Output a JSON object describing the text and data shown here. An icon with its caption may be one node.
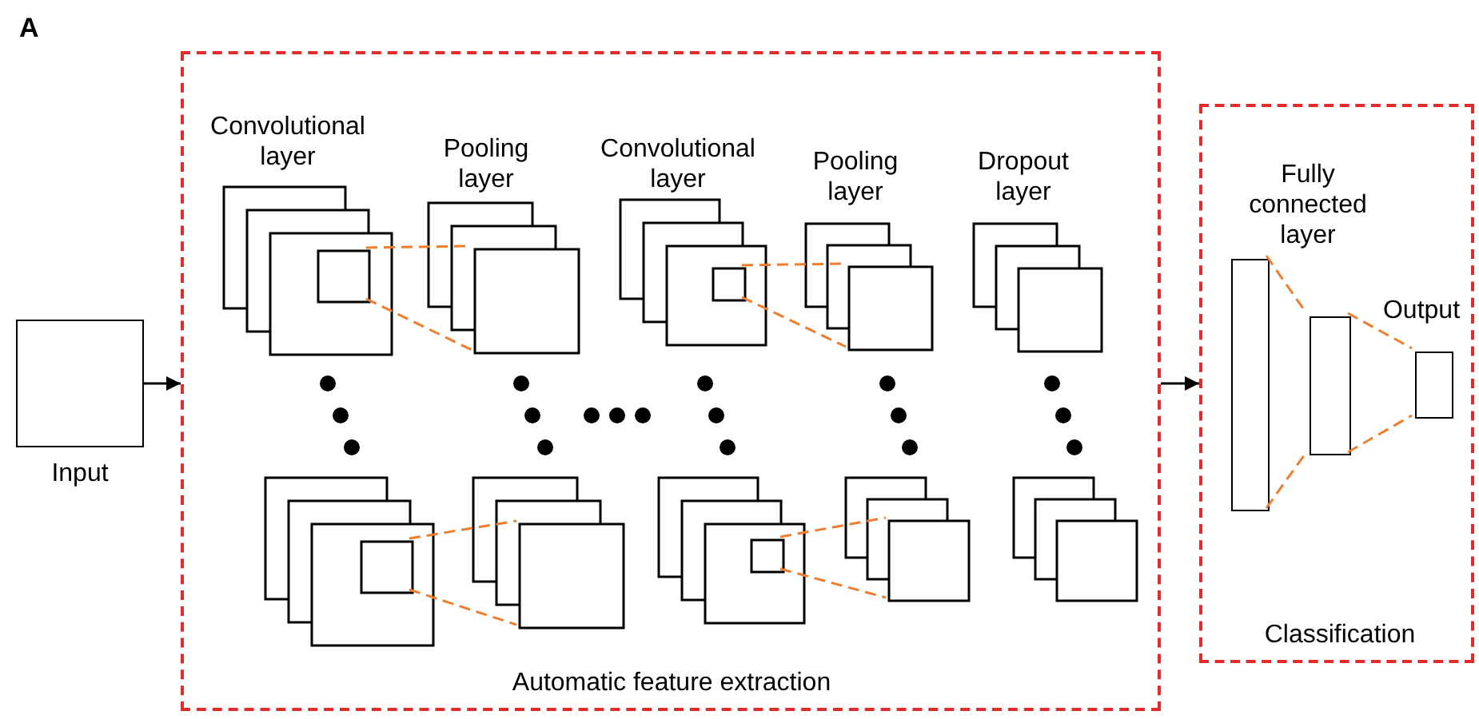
{
  "diagram": {
    "nodes": [
      {
        "text": [
          "Input"
        ]
      },
      {
        "text": [
          "Automatic feature extraction"
        ]
      },
      {
        "text": [
          "Convolutional layer"
        ],
        "in": 1
      },
      {
        "text": [
          "Pooling layer"
        ],
        "in": 1
      },
      {
        "text": [
          "Convolutional layer"
        ],
        "in": 1
      },
      {
        "text": [
          "Pooling layer"
        ],
        "in": 1
      },
      {
        "text": [
          "Dropout layer"
        ],
        "in": 1
      },
      {
        "text": [],
        "shape": "box",
        "in": 1
      },
      {
        "text": [],
        "shape": "box",
        "in": 1
      },
      {
        "text": [],
        "shape": "box",
        "in": 1
      },
      {
        "text": [],
        "shape": "box",
        "in": 1
      },
      {
        "text": [],
        "shape": "box",
        "in": 1
      },
      {
        "text": [
          "Classification"
        ]
      },
      {
        "text": [
          "Fully connected layer"
        ],
        "in": 12
      },
      {
        "text": [],
        "shape": "bar",
        "in": 12
      },
      {
        "text": [
          "Output"
        ],
        "in": 12
      }
    ],
    "edges": [
      {
        "from": 0,
        "to": 1,
        "arrow": "to",
        "color": "#000000"
      },
      {
        "from": 1,
        "to": 12,
        "arrow": "to",
        "color": "#000000"
      },
      {
        "from": 2,
        "to": 3,
        "arrow": "none",
        "style": "dashed"
      },
      {
        "from": 4,
        "to": 5,
        "arrow": "none",
        "style": "dashed"
      },
      {
        "from": 7,
        "to": 8,
        "arrow": "none",
        "style": "dashed"
      },
      {
        "from": 9,
        "to": 10,
        "arrow": "none",
        "style": "dashed"
      },
      {
        "from": 13,
        "to": 14,
        "arrow": "none",
        "style": "dashed"
      },
      {
        "from": 14,
        "to": 15,
        "arrow": "none",
        "style": "dashed"
      }
    ],
    "labels": [
      "A"
    ]
  }
}
